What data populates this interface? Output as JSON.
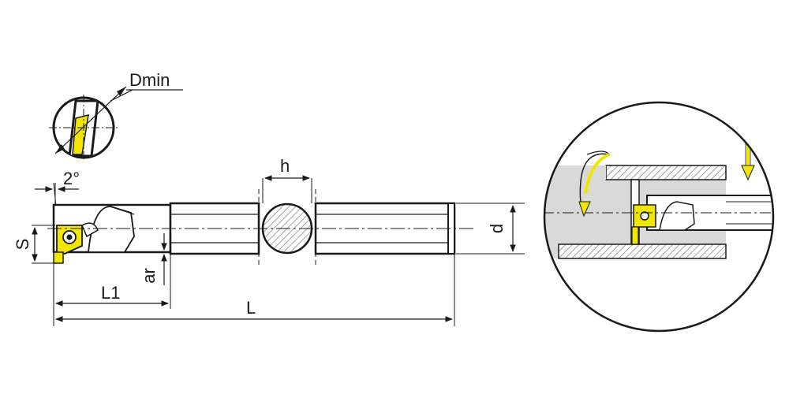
{
  "labels": {
    "dmin": "Dmin",
    "angle": "2°",
    "h": "h",
    "d": "d",
    "s": "S",
    "ar": "ar",
    "l1": "L1",
    "l": "L"
  },
  "colors": {
    "insert": "#f2e600",
    "line": "#1a1a1a",
    "hatch": "#8c8c8c",
    "bore": "#d9d9d9",
    "arrow": "#f2e600"
  }
}
